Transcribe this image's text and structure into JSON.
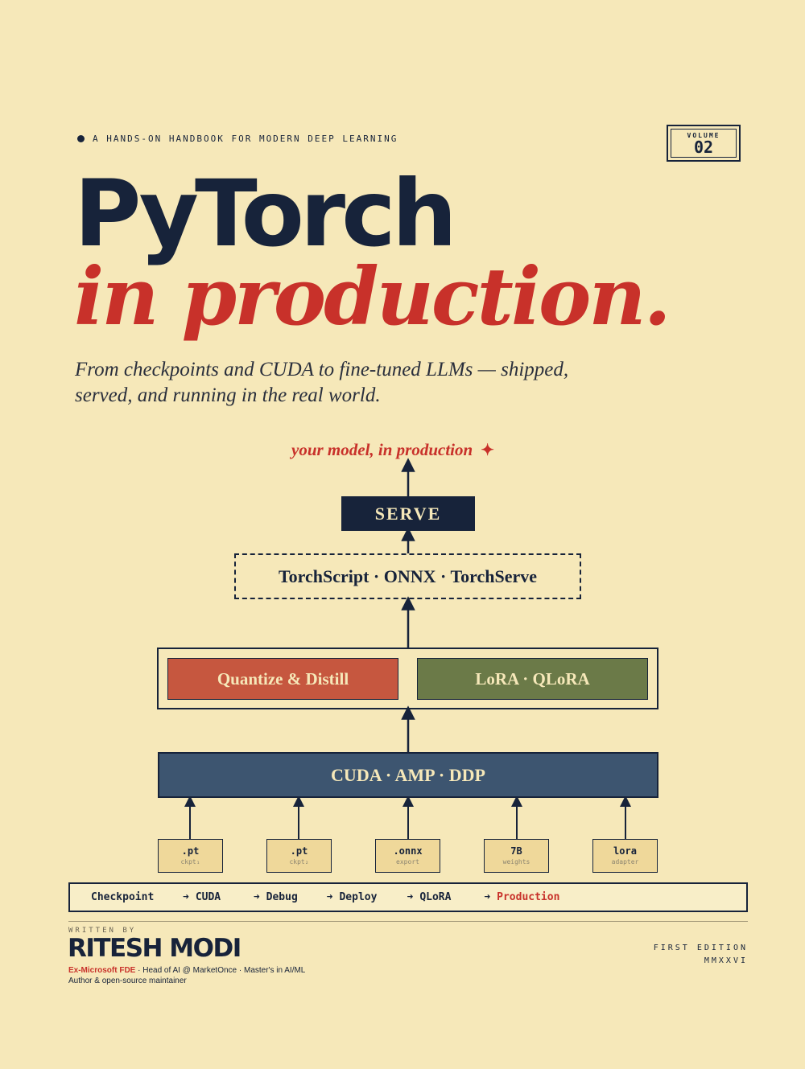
{
  "kicker": "A HANDS-ON HANDBOOK FOR MODERN DEEP LEARNING",
  "volume": {
    "label": "VOLUME",
    "number": "02"
  },
  "title": {
    "line1": "PyTorch",
    "line2": "in production."
  },
  "subtitle": {
    "line1": "From checkpoints and CUDA to fine-tuned LLMs — shipped,",
    "line2": "served, and running in the real world."
  },
  "diagram": {
    "tagline": "your model, in production",
    "tagline_glyph": "✦",
    "serve": "SERVE",
    "export": "TorchScript · ONNX · TorchServe",
    "quantize": "Quantize & Distill",
    "lora": "LoRA · QLoRA",
    "cuda": "CUDA · AMP · DDP",
    "files": [
      {
        "name": ".pt",
        "sub": "ckpt₁"
      },
      {
        "name": ".pt",
        "sub": "ckpt₂"
      },
      {
        "name": ".onnx",
        "sub": "export"
      },
      {
        "name": "7B",
        "sub": "weights"
      },
      {
        "name": "lora",
        "sub": "adapter"
      }
    ]
  },
  "pipeline": {
    "arrow": "➜",
    "steps": [
      "Checkpoint",
      "CUDA",
      "Debug",
      "Deploy",
      "QLoRA",
      "Production"
    ]
  },
  "author": {
    "written_by": "WRITTEN BY",
    "name": "RITESH MODI",
    "highlight": "Ex-Microsoft FDE",
    "credentials": " · Head of AI @ MarketOnce · Master's in AI/ML",
    "role": "Author & open-source maintainer"
  },
  "edition": {
    "line1": "FIRST EDITION",
    "line2": "MMXXVI"
  },
  "colors": {
    "background": "#f6e8b9",
    "navy": "#17233a",
    "red": "#c8312a",
    "rust": "#c6573f",
    "olive": "#6b7a48",
    "steel": "#3d5570"
  }
}
